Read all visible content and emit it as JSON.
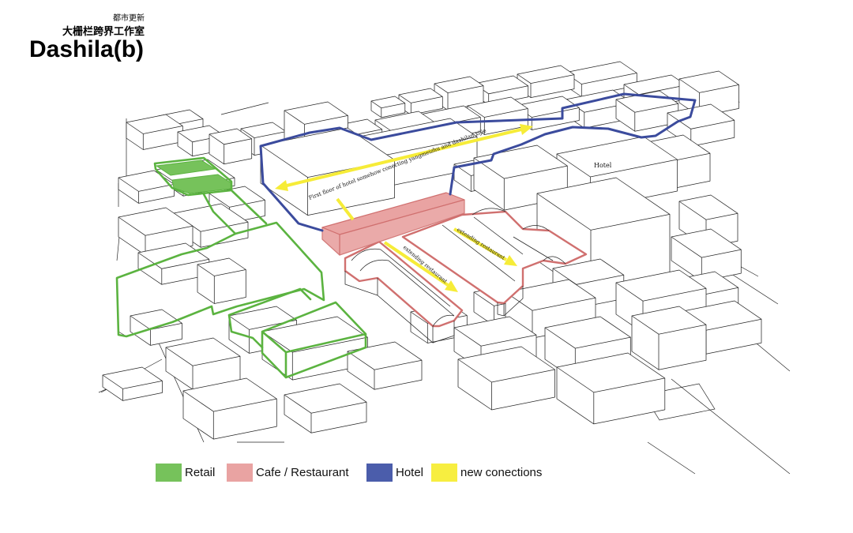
{
  "header": {
    "category": "都市更新",
    "studio": "大栅栏跨界工作室",
    "title": "Dashila(b)"
  },
  "annotations": {
    "hotel_label": "Hotel",
    "connection_note": "First floor of hotel somehow conecting yangmeizhu and dashilan xijie",
    "extending_note_1": "extending restaurant",
    "extending_note_2": "extending restaurant"
  },
  "legend": [
    {
      "label": "Retail",
      "color": "#76c25b"
    },
    {
      "label": "Cafe / Restaurant",
      "color": "#e9a3a2"
    },
    {
      "label": "Hotel",
      "color": "#4b5dab"
    },
    {
      "label": "new conections",
      "color": "#f7ee40"
    }
  ],
  "colors": {
    "retail_fill": "#76c25b",
    "retail_stroke": "#5bb340",
    "cafe_fill": "#e9a3a2",
    "cafe_stroke": "#d0706f",
    "hotel_stroke": "#3b4b9d",
    "connection": "#f6ec38",
    "linework": "#262626"
  }
}
